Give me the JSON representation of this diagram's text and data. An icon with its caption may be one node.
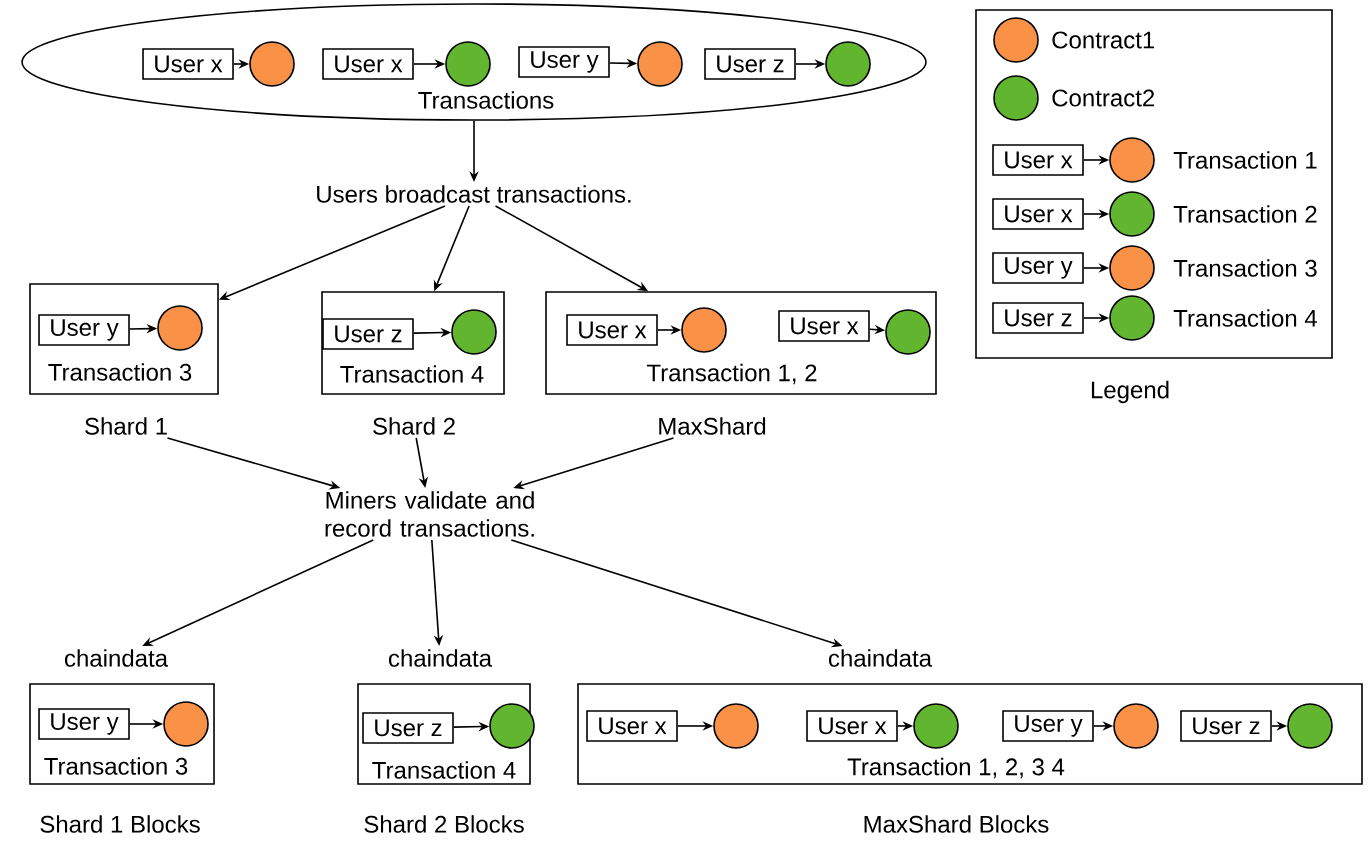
{
  "diagram": {
    "nodes": [
      {
        "text": [
          "Transactions"
        ]
      },
      {
        "text": [
          "User x"
        ],
        "in": 0
      },
      {
        "text": [],
        "shape": "circle",
        "in": 0
      },
      {
        "text": [
          "User x"
        ],
        "in": 0
      },
      {
        "text": [],
        "shape": "circle",
        "in": 0
      },
      {
        "text": [
          "User y"
        ],
        "in": 0
      },
      {
        "text": [],
        "shape": "circle",
        "in": 0
      },
      {
        "text": [
          "User z"
        ],
        "in": 0
      },
      {
        "text": [],
        "shape": "circle",
        "in": 0
      },
      {
        "text": [
          "Users broadcast transactions."
        ]
      },
      {
        "text": [
          "Transaction 3"
        ]
      },
      {
        "text": [
          "User y"
        ],
        "in": 10
      },
      {
        "text": [],
        "shape": "circle",
        "in": 10
      },
      {
        "text": [
          "Transaction 4"
        ]
      },
      {
        "text": [
          "User z"
        ],
        "in": 13
      },
      {
        "text": [],
        "shape": "circle",
        "in": 13
      },
      {
        "text": [
          "Transaction 1, 2"
        ]
      },
      {
        "text": [
          "User x"
        ],
        "in": 16
      },
      {
        "text": [],
        "shape": "circle",
        "in": 16
      },
      {
        "text": [
          "User x"
        ],
        "in": 16
      },
      {
        "text": [],
        "shape": "circle",
        "in": 16
      },
      {
        "text": [
          "Shard 1"
        ]
      },
      {
        "text": [
          "Shard 2"
        ]
      },
      {
        "text": [
          "MaxShard"
        ]
      },
      {
        "text": [
          "Miners validate and record transactions."
        ]
      },
      {
        "text": [
          "chaindata"
        ]
      },
      {
        "text": [
          "chaindata"
        ]
      },
      {
        "text": [
          "chaindata"
        ]
      },
      {
        "text": [
          "Transaction 3"
        ],
        "beside": [
          "Shard 1 Blocks"
        ]
      },
      {
        "text": [
          "User y"
        ],
        "in": 28
      },
      {
        "text": [],
        "shape": "circle",
        "in": 28
      },
      {
        "text": [
          "Transaction 4"
        ],
        "beside": [
          "Shard 2 Blocks"
        ]
      },
      {
        "text": [
          "User z"
        ],
        "in": 31
      },
      {
        "text": [],
        "shape": "circle",
        "in": 31
      },
      {
        "text": [
          "Transaction 1, 2, 3 4"
        ],
        "beside": [
          "MaxShard Blocks"
        ]
      },
      {
        "text": [
          "User x"
        ],
        "in": 34
      },
      {
        "text": [],
        "shape": "circle",
        "in": 34
      },
      {
        "text": [
          "User x"
        ],
        "in": 34
      },
      {
        "text": [],
        "shape": "circle",
        "in": 34
      },
      {
        "text": [
          "User y"
        ],
        "in": 34
      },
      {
        "text": [],
        "shape": "circle",
        "in": 34
      },
      {
        "text": [
          "User z"
        ],
        "in": 34
      },
      {
        "text": [],
        "shape": "circle",
        "in": 34
      },
      {
        "text": [
          "User x"
        ]
      },
      {
        "text": [],
        "shape": "circle"
      },
      {
        "text": [
          "User x"
        ]
      },
      {
        "text": [],
        "shape": "circle"
      },
      {
        "text": [
          "User y"
        ]
      },
      {
        "text": [],
        "shape": "circle"
      },
      {
        "text": [
          "User z"
        ]
      },
      {
        "text": [],
        "shape": "circle"
      }
    ],
    "edges": [
      {
        "from": 1,
        "to": 2,
        "arrow": "to"
      },
      {
        "from": 3,
        "to": 4,
        "arrow": "to"
      },
      {
        "from": 5,
        "to": 6,
        "arrow": "to"
      },
      {
        "from": 7,
        "to": 8,
        "arrow": "to"
      },
      {
        "from": 0,
        "to": 9,
        "arrow": "to"
      },
      {
        "from": 9,
        "to": 10,
        "arrow": "to"
      },
      {
        "from": 9,
        "to": 13,
        "arrow": "to"
      },
      {
        "from": 9,
        "to": 16,
        "arrow": "to"
      },
      {
        "from": 11,
        "to": 12,
        "arrow": "to"
      },
      {
        "from": 14,
        "to": 15,
        "arrow": "to"
      },
      {
        "from": 17,
        "to": 18,
        "arrow": "to"
      },
      {
        "from": 19,
        "to": 20,
        "arrow": "to"
      },
      {
        "from": 21,
        "to": 24,
        "arrow": "to"
      },
      {
        "from": 22,
        "to": 24,
        "arrow": "to"
      },
      {
        "from": 23,
        "to": 24,
        "arrow": "to"
      },
      {
        "from": 24,
        "to": 25,
        "arrow": "to"
      },
      {
        "from": 24,
        "to": 26,
        "arrow": "to"
      },
      {
        "from": 24,
        "to": 27,
        "arrow": "to"
      },
      {
        "from": 29,
        "to": 30,
        "arrow": "to"
      },
      {
        "from": 32,
        "to": 33,
        "arrow": "to"
      },
      {
        "from": 35,
        "to": 36,
        "arrow": "to"
      },
      {
        "from": 37,
        "to": 38,
        "arrow": "to"
      },
      {
        "from": 39,
        "to": 40,
        "arrow": "to"
      },
      {
        "from": 41,
        "to": 42,
        "arrow": "to"
      },
      {
        "from": 43,
        "to": 44,
        "arrow": "to"
      },
      {
        "from": 45,
        "to": 46,
        "arrow": "to"
      },
      {
        "from": 47,
        "to": 48,
        "arrow": "to"
      },
      {
        "from": 49,
        "to": 50,
        "arrow": "to"
      }
    ],
    "labels": [
      "Legend"
    ],
    "legend": [
      {
        "text": "Contract1",
        "color": "#f99147"
      },
      {
        "text": "Contract2",
        "color": "#62b62f"
      },
      {
        "text": "Transaction 1"
      },
      {
        "text": "Transaction 2"
      },
      {
        "text": "Transaction 3"
      },
      {
        "text": "Transaction 4"
      }
    ]
  }
}
